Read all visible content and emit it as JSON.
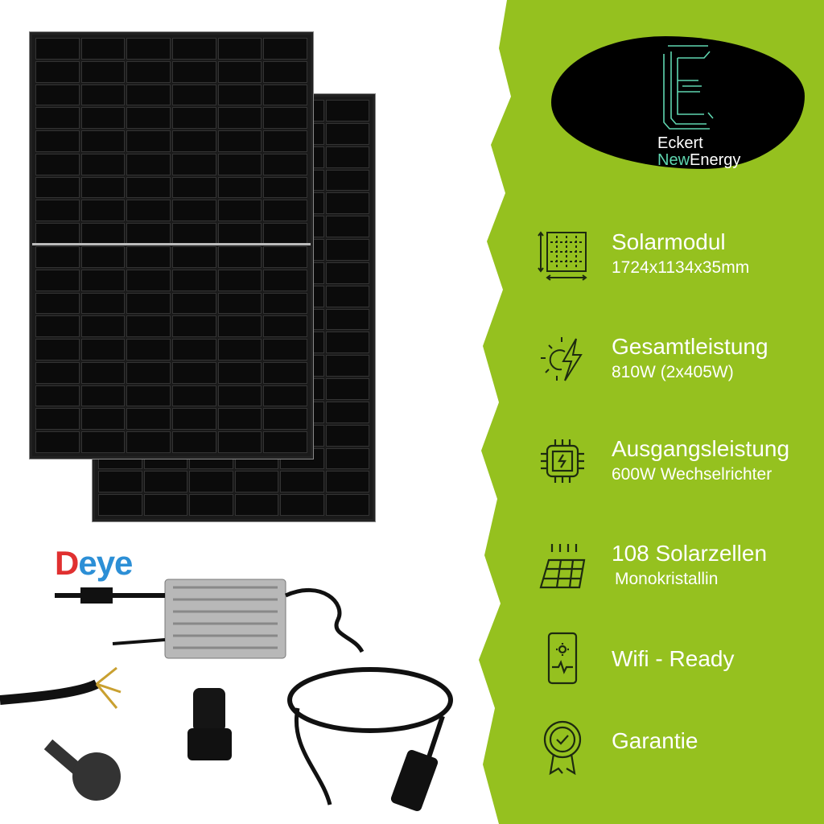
{
  "brand": {
    "line1": "Eckert",
    "line2_accent": "New",
    "line2": "Energy",
    "mark": "E"
  },
  "inverter_brand": {
    "first": "D",
    "rest": "eye"
  },
  "features": [
    {
      "icon": "panel-dimensions-icon",
      "title": "Solarmodul",
      "subtitle": "1724x1134x35mm"
    },
    {
      "icon": "sun-lightning-icon",
      "title": "Gesamtleistung",
      "subtitle": "810W (2x405W)"
    },
    {
      "icon": "chip-lightning-icon",
      "title": "Ausgangsleistung",
      "subtitle": "600W Wechselrichter"
    },
    {
      "icon": "solar-cells-icon",
      "title": "108 Solarzellen",
      "subtitle": "Monokristallin"
    },
    {
      "icon": "phone-wifi-icon",
      "title": "Wifi - Ready",
      "subtitle": ""
    },
    {
      "icon": "warranty-badge-icon",
      "title": "Garantie",
      "subtitle": ""
    }
  ],
  "colors": {
    "green": "#95c11f",
    "logo_accent": "#5fd6b0",
    "deye_blue": "#2c8fd6"
  }
}
